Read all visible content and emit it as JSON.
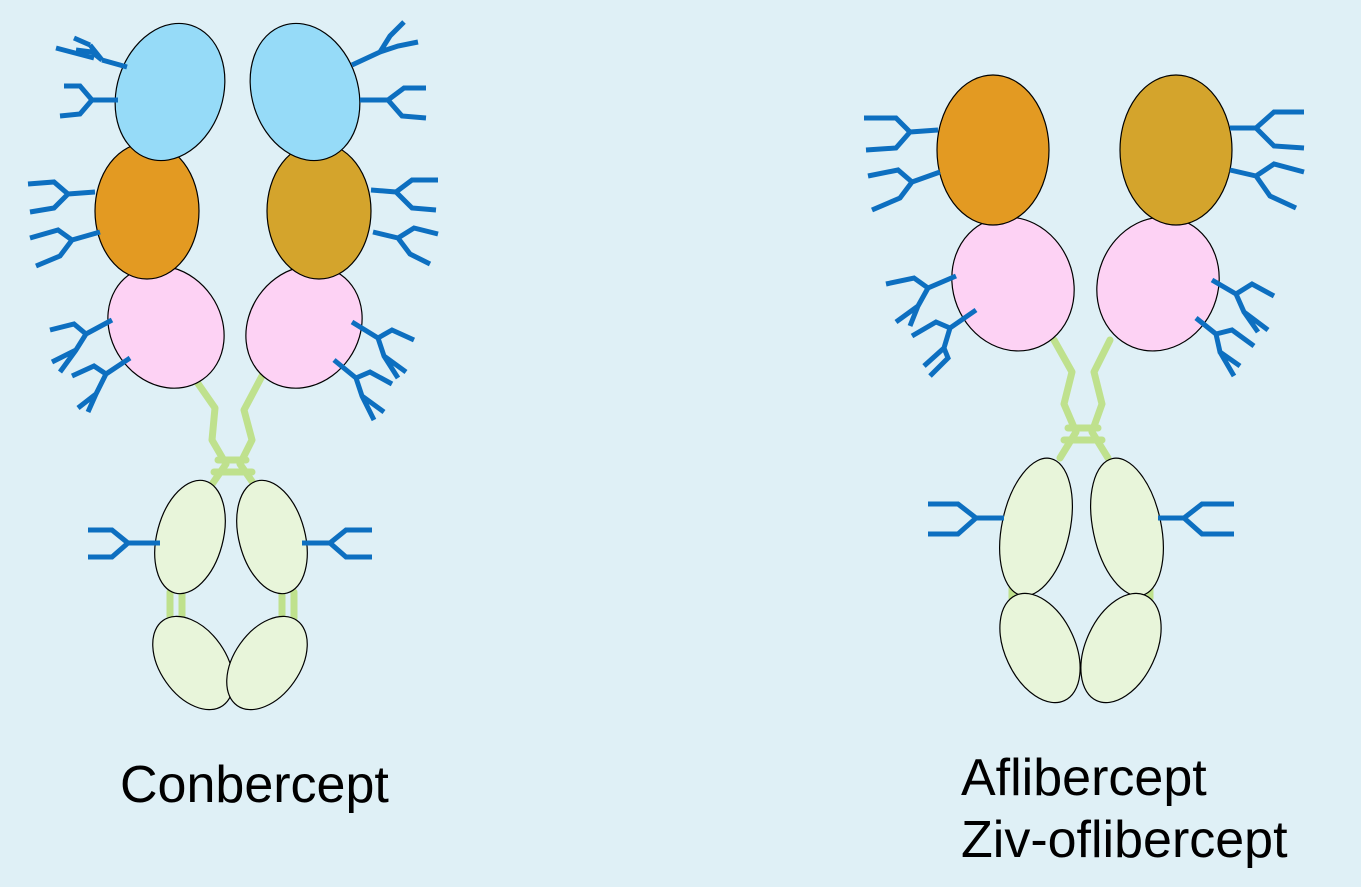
{
  "colors": {
    "background": "#dff0f6",
    "vegf_receptor_domain1": "#96dbf8",
    "vegf_receptor_domain2_left": "#e39a22",
    "vegf_receptor_domain2_right": "#d4a42c",
    "vegf_receptor_domain3": "#fdd2f4",
    "fc_domain": "#e8f5da",
    "hinge_linker": "#bfe18d",
    "glycan": "#0d6fc0"
  },
  "molecules": [
    {
      "label": "Conbercept"
    },
    {
      "label_line1": "Aflibercept",
      "label_line2": "Ziv-oflibercept"
    }
  ]
}
